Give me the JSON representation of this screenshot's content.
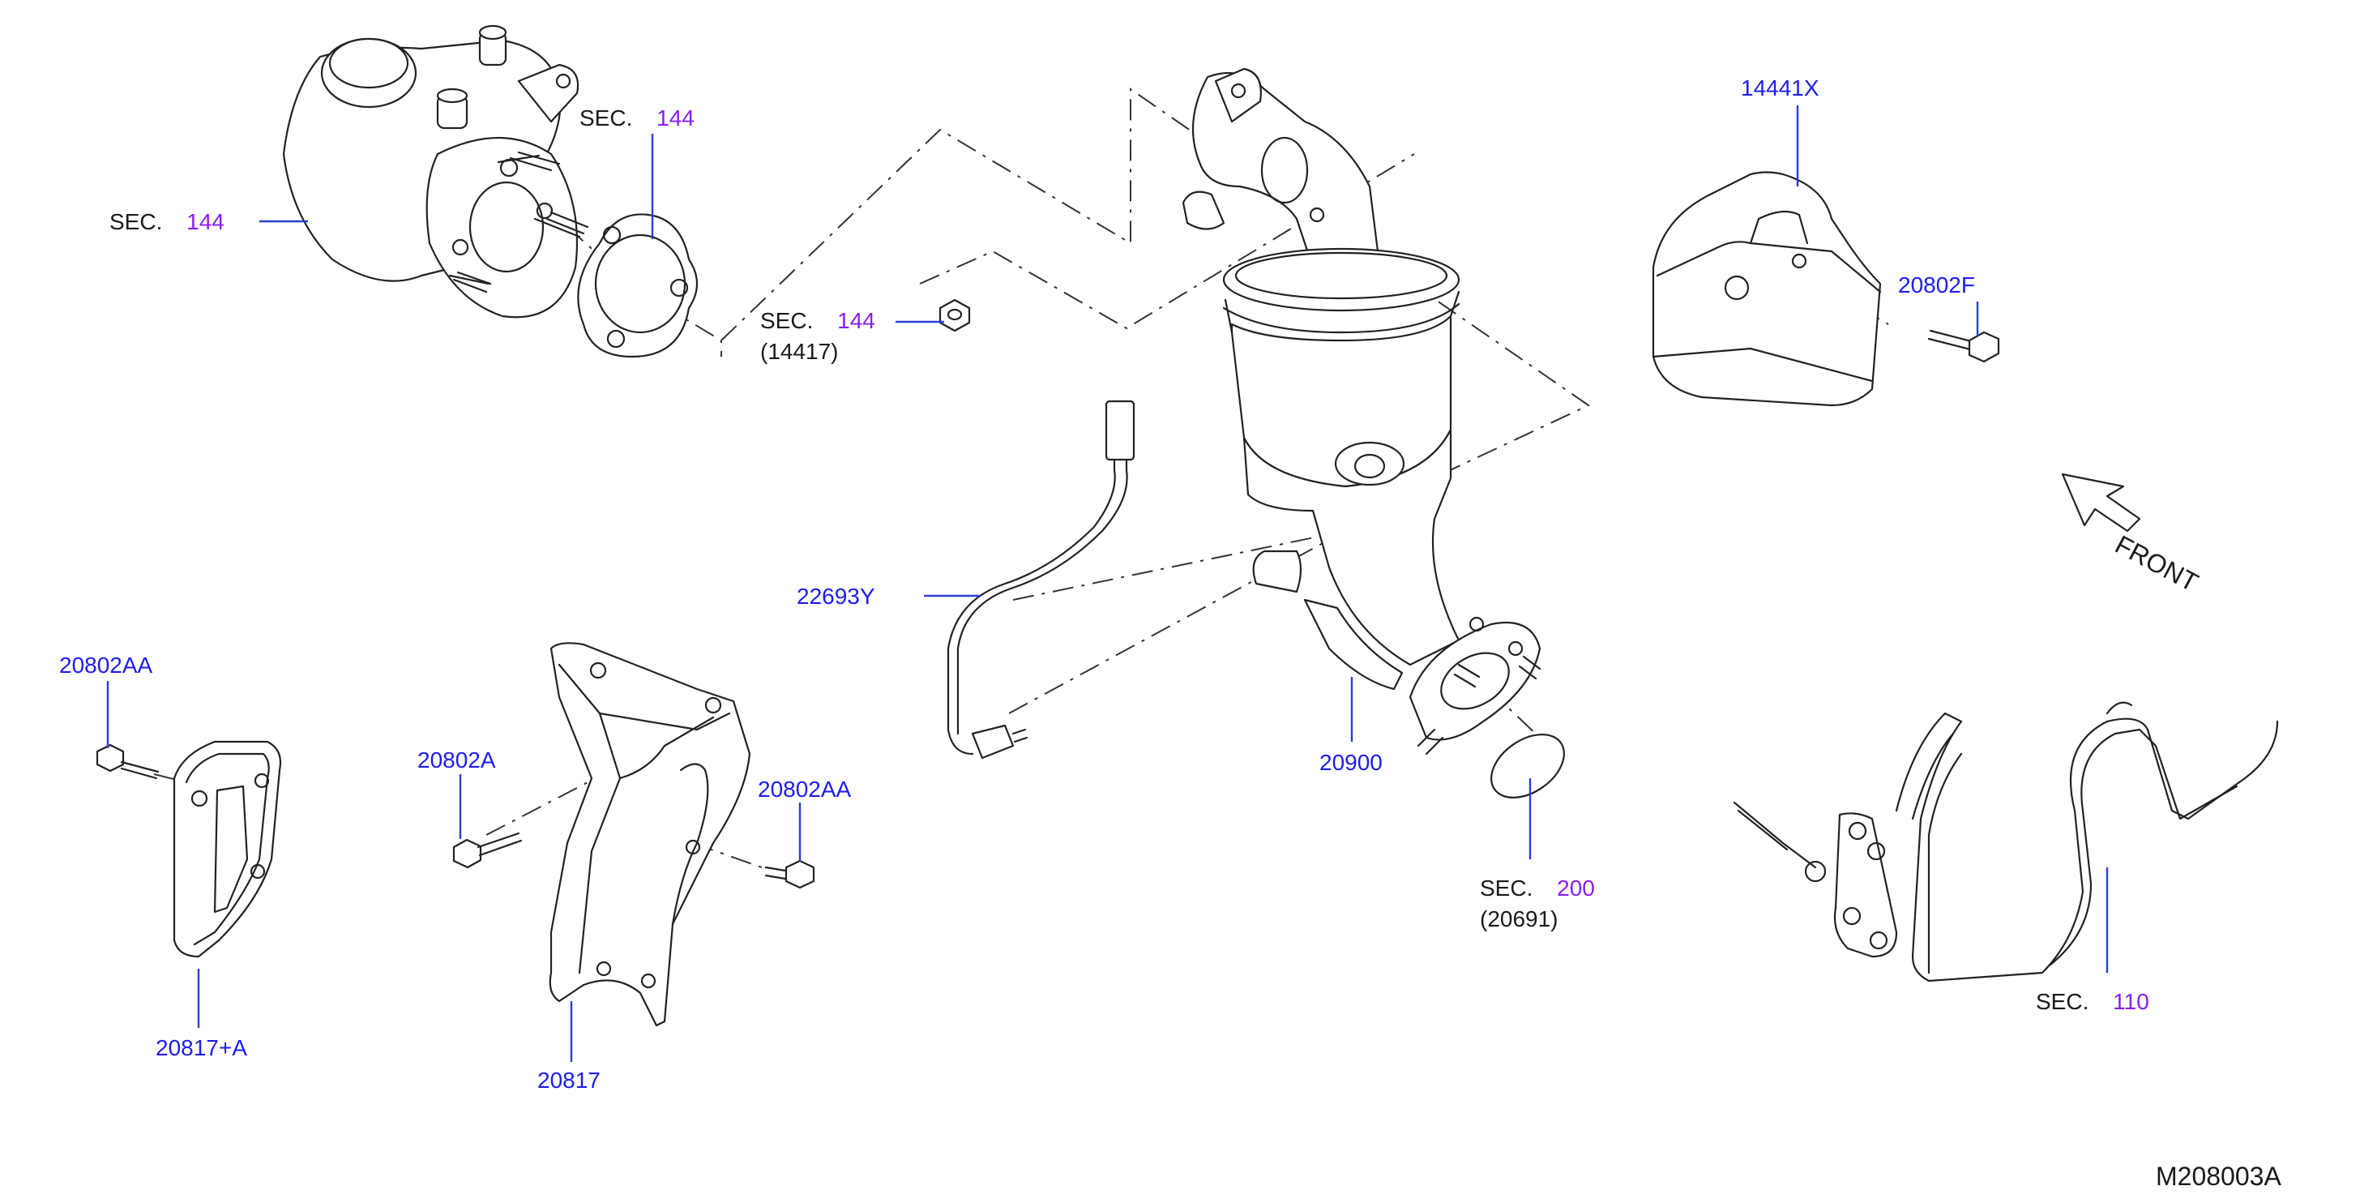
{
  "labels": {
    "sec_word": "SEC.",
    "sec_turbo_left": "144",
    "sec_turbo_top": "144",
    "sec_nut": "144",
    "nut_ref": "(14417)",
    "heat_shield": "14441X",
    "bolt_20802F": "20802F",
    "front_text": "FRONT",
    "sensor": "22693Y",
    "catalyst": "20900",
    "sec_gasket": "200",
    "gasket_ref": "(20691)",
    "sec_engine": "110",
    "bolt_20802AA_left": "20802AA",
    "bolt_20802A": "20802A",
    "bolt_20802AA_mid": "20802AA",
    "bracket_small": "20817+A",
    "bracket_large": "20817",
    "diagram_code": "M208003A"
  },
  "colors": {
    "part_number": "#1d1df0",
    "section_number": "#8a1cf2",
    "text": "#1a1a1a",
    "linework": "#222222"
  }
}
